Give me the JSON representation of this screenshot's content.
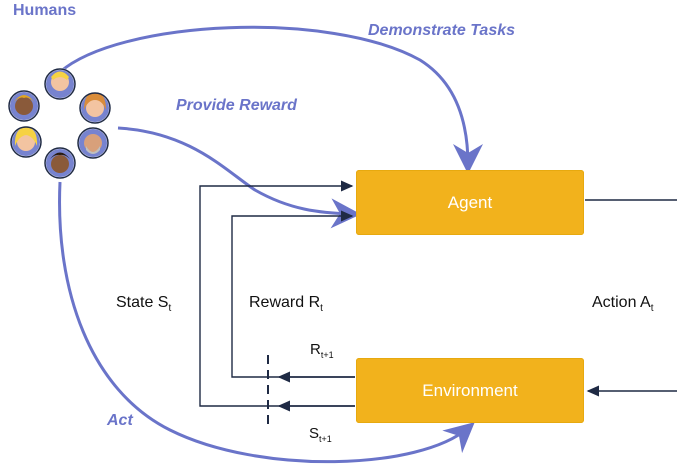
{
  "labels": {
    "humans": "Humans",
    "demonstrate": "Demonstrate Tasks",
    "provide_reward": "Provide Reward",
    "act": "Act",
    "agent": "Agent",
    "environment": "Environment",
    "state": "State S",
    "state_sub": "t",
    "reward": "Reward R",
    "reward_sub": "t",
    "action": "Action A",
    "action_sub": "t",
    "r_next": "R",
    "r_next_sub": "t+1",
    "s_next": "S",
    "s_next_sub": "t+1"
  },
  "colors": {
    "accent_blue": "#6A74C9",
    "box_fill": "#F2B21C",
    "line": "#1f2a44"
  },
  "humans_group": {
    "avatars": [
      "human-avatar-1",
      "human-avatar-2",
      "human-avatar-3",
      "human-avatar-4",
      "human-avatar-5",
      "human-avatar-6"
    ]
  }
}
